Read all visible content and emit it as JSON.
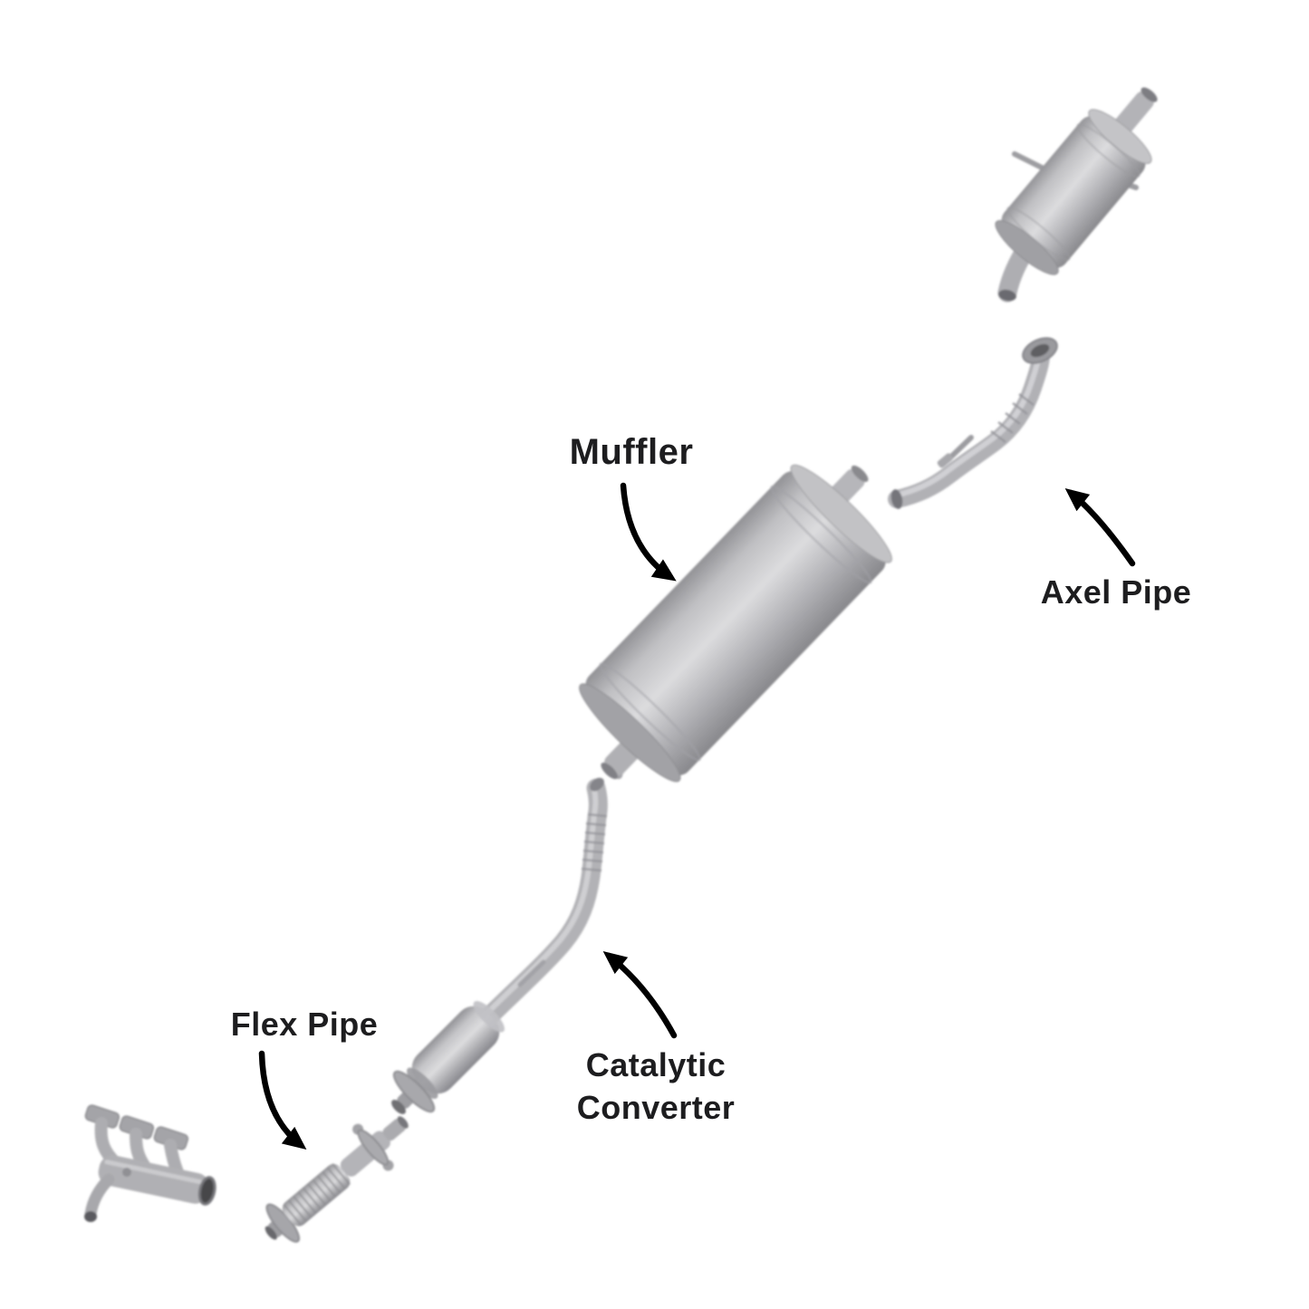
{
  "diagram": {
    "labels": {
      "muffler": "Muffler",
      "axel_pipe": "Axel Pipe",
      "flex_pipe": "Flex Pipe",
      "catalytic_converter": "Catalytic Converter"
    },
    "colors": {
      "background": "#ffffff",
      "part_gray": "#b2b2b6",
      "part_highlight": "#d9d9db",
      "part_shadow": "#8a8a8e",
      "label_text": "#1d1d1f",
      "arrow_black": "#000000"
    },
    "parts": [
      {
        "icon": "exhaust-manifold-illustration"
      },
      {
        "icon": "flex-pipe-illustration"
      },
      {
        "icon": "catalytic-converter-pipe-illustration"
      },
      {
        "icon": "muffler-illustration"
      },
      {
        "icon": "axle-pipe-illustration"
      },
      {
        "icon": "rear-muffler-tailpipe-illustration"
      }
    ]
  }
}
